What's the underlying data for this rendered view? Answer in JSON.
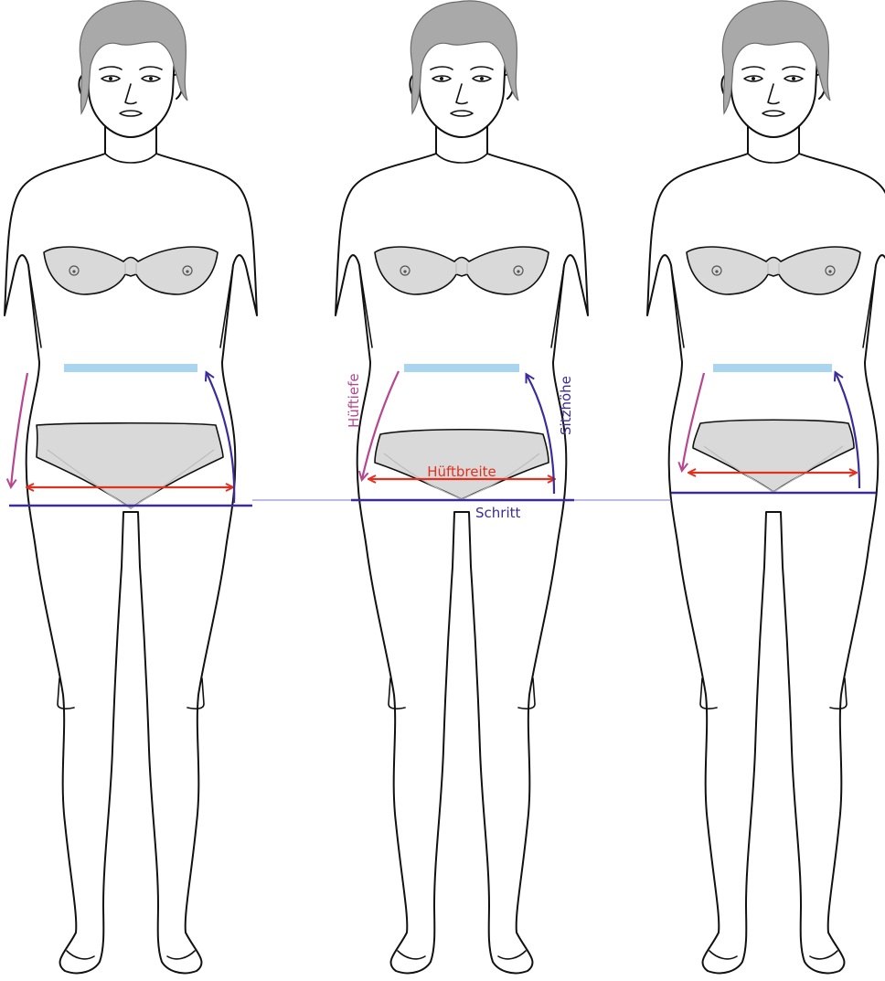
{
  "labels": {
    "hip_depth": "Hüftiefe",
    "seat_height": "Sitzhöhe",
    "hip_width": "Hüftbreite",
    "crotch": "Schritt"
  },
  "colors": {
    "hip_depth": "#b4478f",
    "seat_height": "#3a2c9a",
    "hip_width": "#e03020",
    "crotch": "#3a2c9a",
    "waist_band": "#a9d6ee",
    "reference_line": "#7a78c8"
  },
  "figures": [
    {
      "variant": "low-hip"
    },
    {
      "variant": "medium-hip"
    },
    {
      "variant": "high-hip"
    }
  ]
}
